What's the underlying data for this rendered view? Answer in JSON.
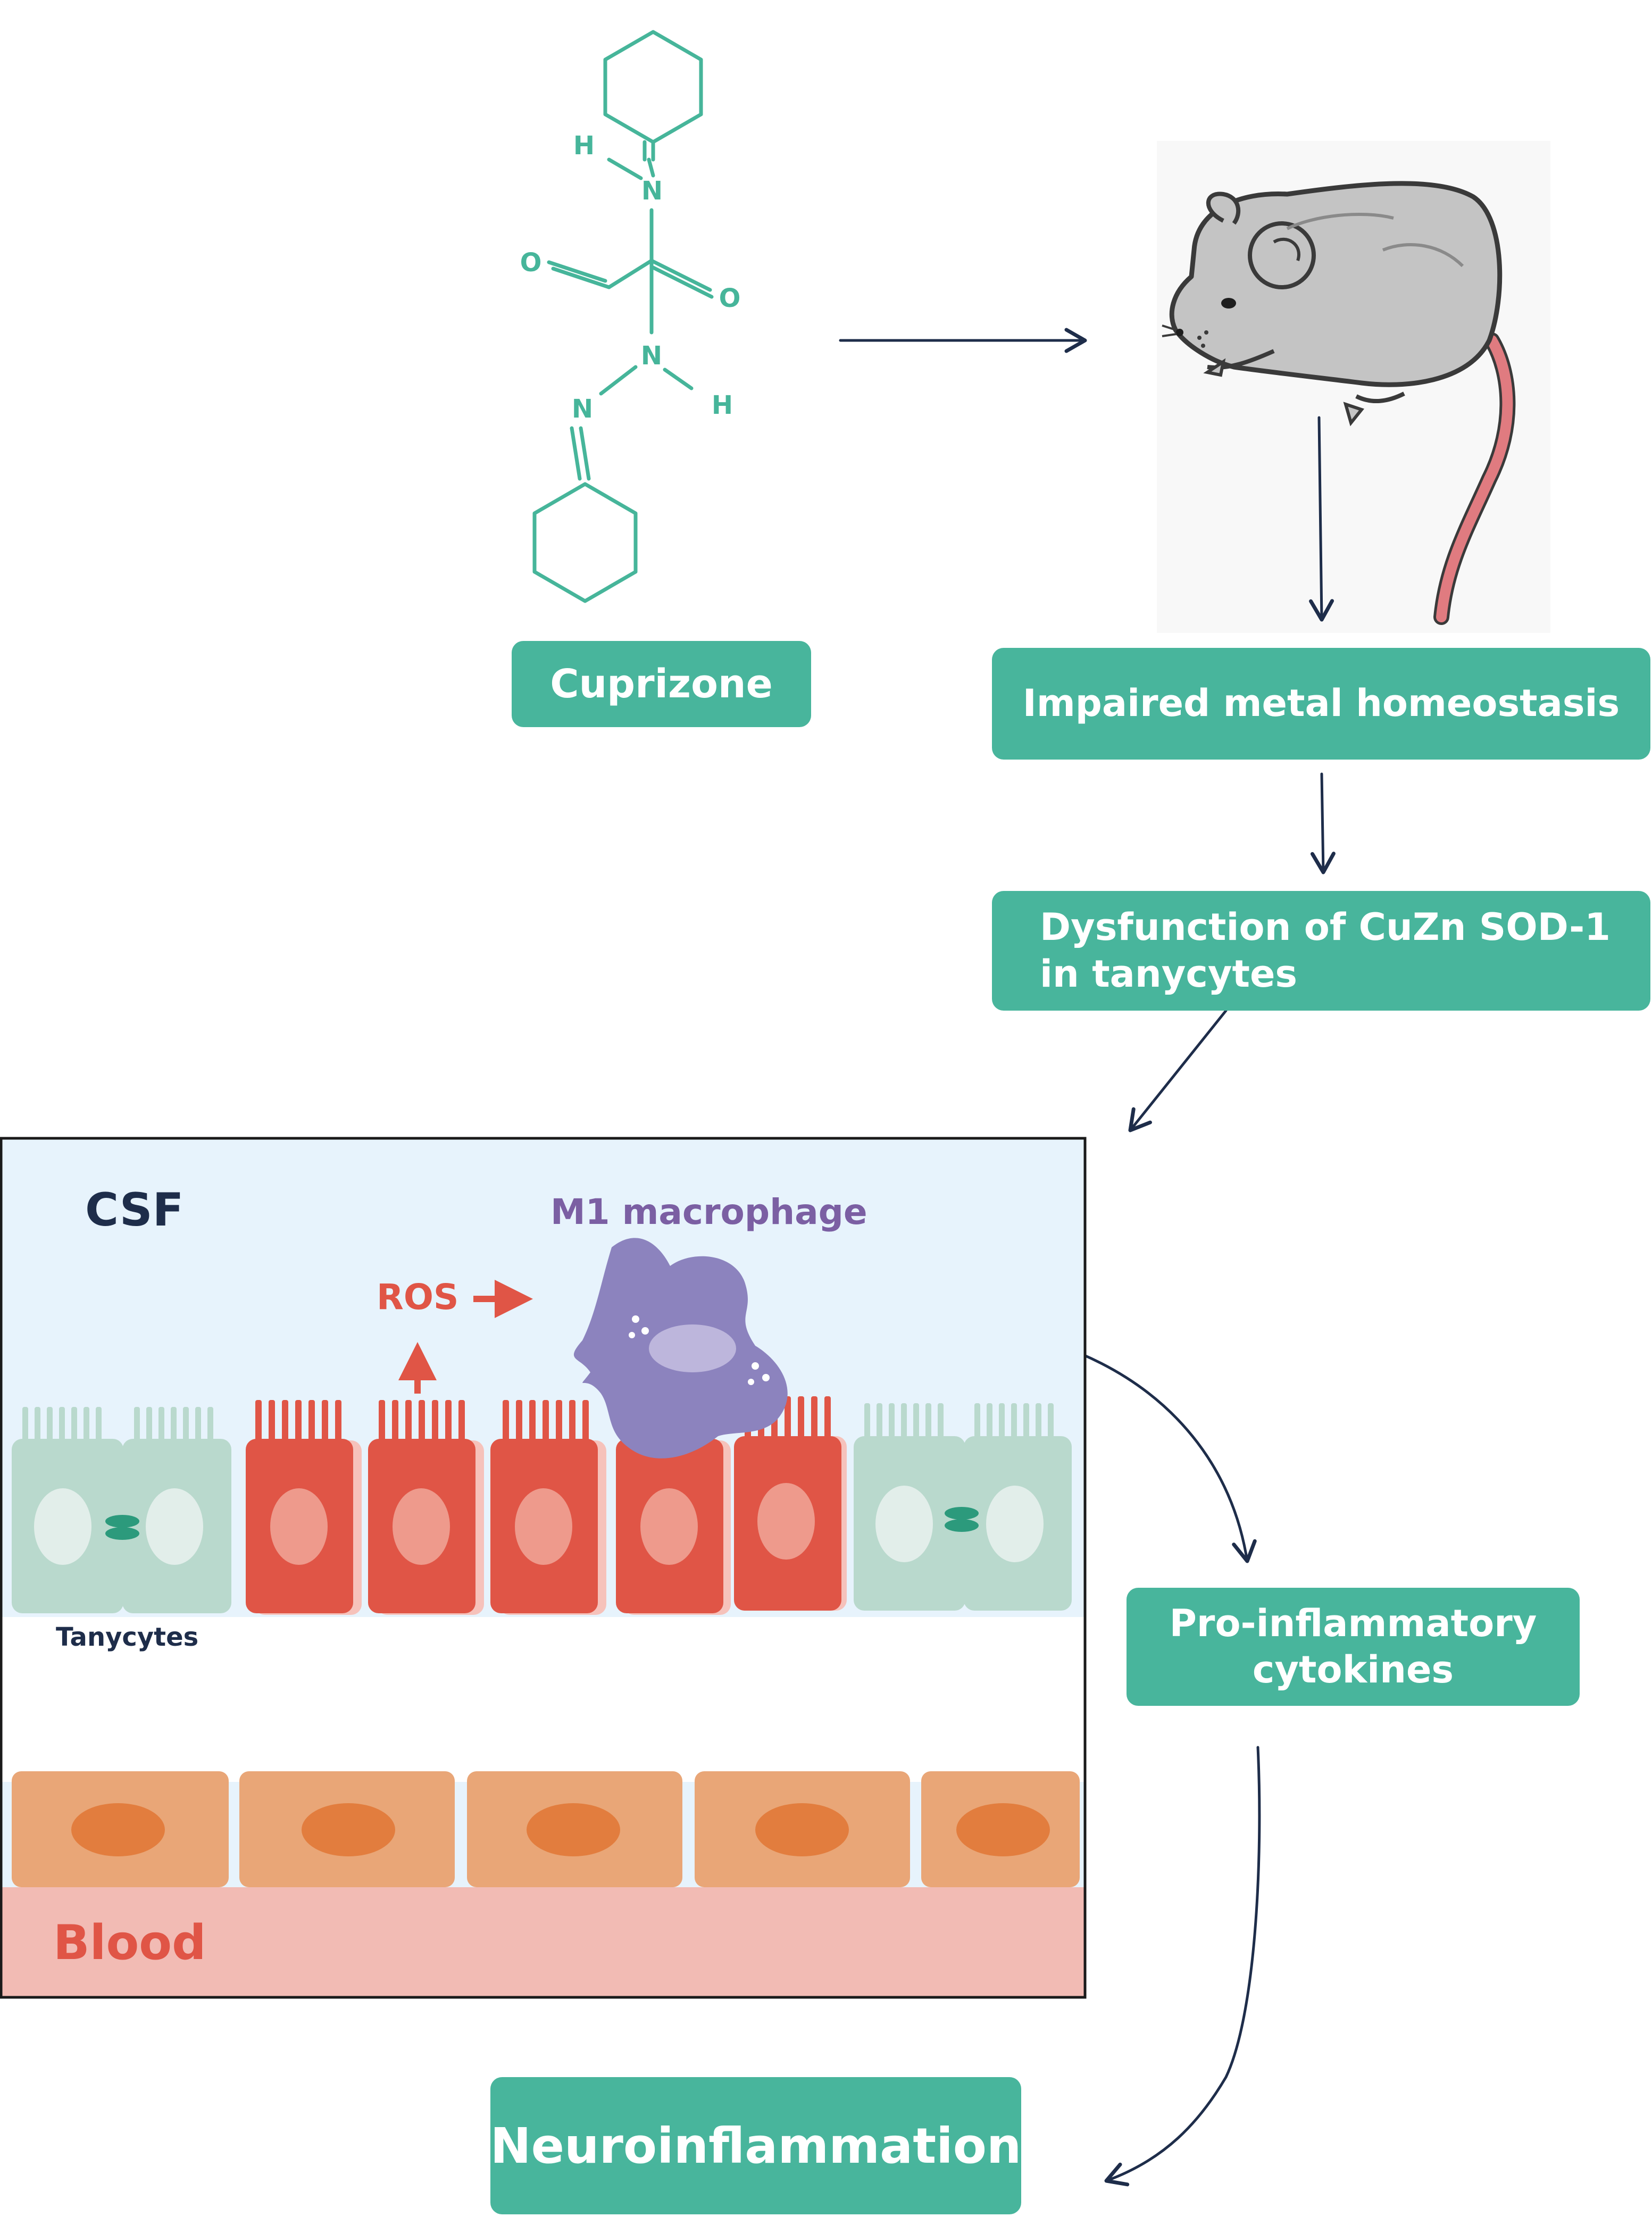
{
  "colors": {
    "box": "#48b59c",
    "arrow": "#1e2d4a",
    "molecule": "#46b59a",
    "csf_bg": "#e7f3fc",
    "tanycyte_healthy": "#b9d9cd",
    "tanycyte_damaged": "#e05546",
    "ros": "#e05546",
    "macrophage": "#8c83be",
    "macrophage_label": "#7b5fa3",
    "endothelial": "#e9a677",
    "endothelial_nucleus": "#e27d3e",
    "blood": "#f2bbb4",
    "blood_label": "#e05546",
    "csf_label": "#1e2d4a",
    "mouse_body": "#c4c4c4",
    "mouse_tail": "#e07b80"
  },
  "molecule": {
    "atoms": {
      "h_top": "H",
      "n_top": "N",
      "o_left": "O",
      "o_right": "O",
      "n_mid": "N",
      "h_bottom": "H",
      "n_bottom": "N"
    }
  },
  "steps": {
    "cuprizone": "Cuprizone",
    "impaired": "Impaired metal homeostasis",
    "dysfunction": "Dysfunction of CuZn SOD-1\nin tanycytes",
    "cytokines": "Pro-inflammatory\ncytokines",
    "neuroinflammation": "Neuroinflammation"
  },
  "panel": {
    "csf": "CSF",
    "macrophage": "M1 macrophage",
    "ros": "ROS",
    "tanycytes": "Tanycytes",
    "blood": "Blood"
  },
  "icons": {
    "mouse": "mouse-icon",
    "molecule": "cuprizone-structure-icon",
    "junction": "tight-junction-icon"
  }
}
